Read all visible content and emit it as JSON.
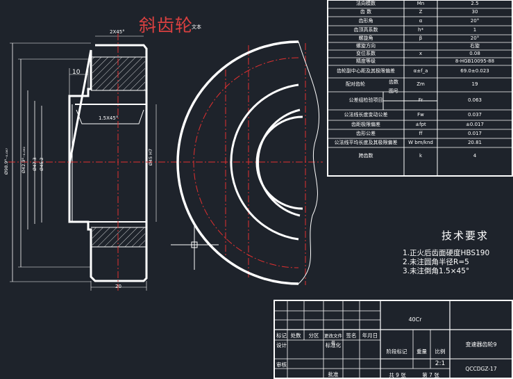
{
  "drawing": {
    "title": "斜齿轮",
    "title_small": "文本"
  },
  "dimensions": {
    "chamfer_top": "2X45°",
    "width_10": "10",
    "chamfer_bore": "1.5X45°",
    "width_20": "20",
    "d_outer": "Ø98.9⁰₋₀.₀₈₇",
    "d_hub1": "Ø42.9⁰₋₀.₀₆₂",
    "d_47_3": "Ø47.3",
    "d_45_2": "Ø45.2",
    "d_bore": "Ø45 H7"
  },
  "params_table": {
    "rows": [
      {
        "name": "法向模数",
        "sym": "Mn",
        "val": "2.5"
      },
      {
        "name": "齿 数",
        "sym": "Z",
        "val": "30"
      },
      {
        "name": "齿形角",
        "sym": "α",
        "val": "20°"
      },
      {
        "name": "齿顶高系数",
        "sym": "h*",
        "val": "1"
      },
      {
        "name": "螺旋角",
        "sym": "β",
        "val": "20°"
      },
      {
        "name": "螺旋方向",
        "sym": "",
        "val": "右旋"
      },
      {
        "name": "变位系数",
        "sym": "x",
        "val": "0.08"
      },
      {
        "name": "精度等级",
        "sym": "",
        "val": "8-HGB10095-88"
      },
      {
        "name": "齿轮副中心距及其极限偏差",
        "sym": "α±f_a",
        "val": "69.0±0.023"
      },
      {
        "name": "配对齿轮",
        "sub1": "齿数",
        "sub2": "图号",
        "sym": "Zm",
        "val": "19"
      },
      {
        "name": "公差组检验项目",
        "sym": "Fr",
        "val": "0.063"
      },
      {
        "name": "公法线长度变动公差",
        "sym": "Fw",
        "val": "0.037"
      },
      {
        "name": "齿距极限偏差",
        "sym": "±fpt",
        "val": "±0.017"
      },
      {
        "name": "齿形公差",
        "sym": "ff",
        "val": "0.017"
      },
      {
        "name": "公法线平均长度及其极限偏差",
        "sym": "W bm/knd",
        "val": "20.81"
      },
      {
        "name": "跨齿数",
        "sym": "k",
        "val": "4"
      }
    ]
  },
  "tech_req": {
    "heading": "技术要求",
    "items": [
      "1.正火后齿面硬度HBS190",
      "2.未注圆角半径R=5",
      "3.未注倒角1.5×45°"
    ]
  },
  "title_block": {
    "material": "40Cr",
    "drawing_name": "变速器齿轮9",
    "scale_label": "比例",
    "scale": "2:1",
    "weight_label": "重量",
    "stage_label": "阶段标记",
    "sheet": "共 9 张",
    "sheet_of": "第 7 张",
    "code": "QCCDGZ-17",
    "h_mark": "标记",
    "h_count": "处数",
    "h_zone": "分区",
    "h_doc": "更改文件号",
    "h_sign": "签名",
    "h_date": "年月日",
    "design": "设计",
    "standard": "标准化",
    "review": "审核",
    "approve": "批准"
  },
  "colors": {
    "background": "#1e232b",
    "line": "#ffffff",
    "center": "#e23030",
    "title": "#d94040"
  }
}
